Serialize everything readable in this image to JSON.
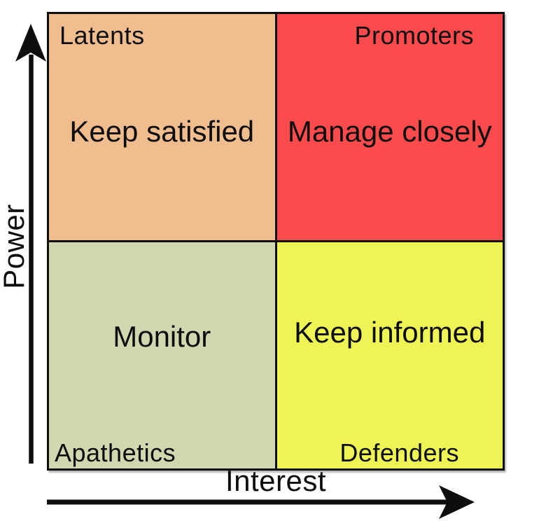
{
  "figure": {
    "type": "2x2-matrix",
    "description": "Stakeholder power-interest grid"
  },
  "axes": {
    "y_label": "Power",
    "x_label": "Interest",
    "axis_color": "#0e0e0e"
  },
  "quadrants": {
    "top_left": {
      "name": "Latents",
      "action": "Keep satisfied",
      "color": "#F0BD8E"
    },
    "top_right": {
      "name": "Promoters",
      "action": "Manage closely",
      "color": "#FC4B4C"
    },
    "bottom_left": {
      "name": "Apathetics",
      "action": "Monitor",
      "color": "#D0D8AF"
    },
    "bottom_right": {
      "name": "Defenders",
      "action": "Keep informed",
      "color": "#EFF455"
    }
  },
  "colors": {
    "background": "#ffffff",
    "border": "#0e0e0e",
    "text": "#0d0d0d"
  }
}
